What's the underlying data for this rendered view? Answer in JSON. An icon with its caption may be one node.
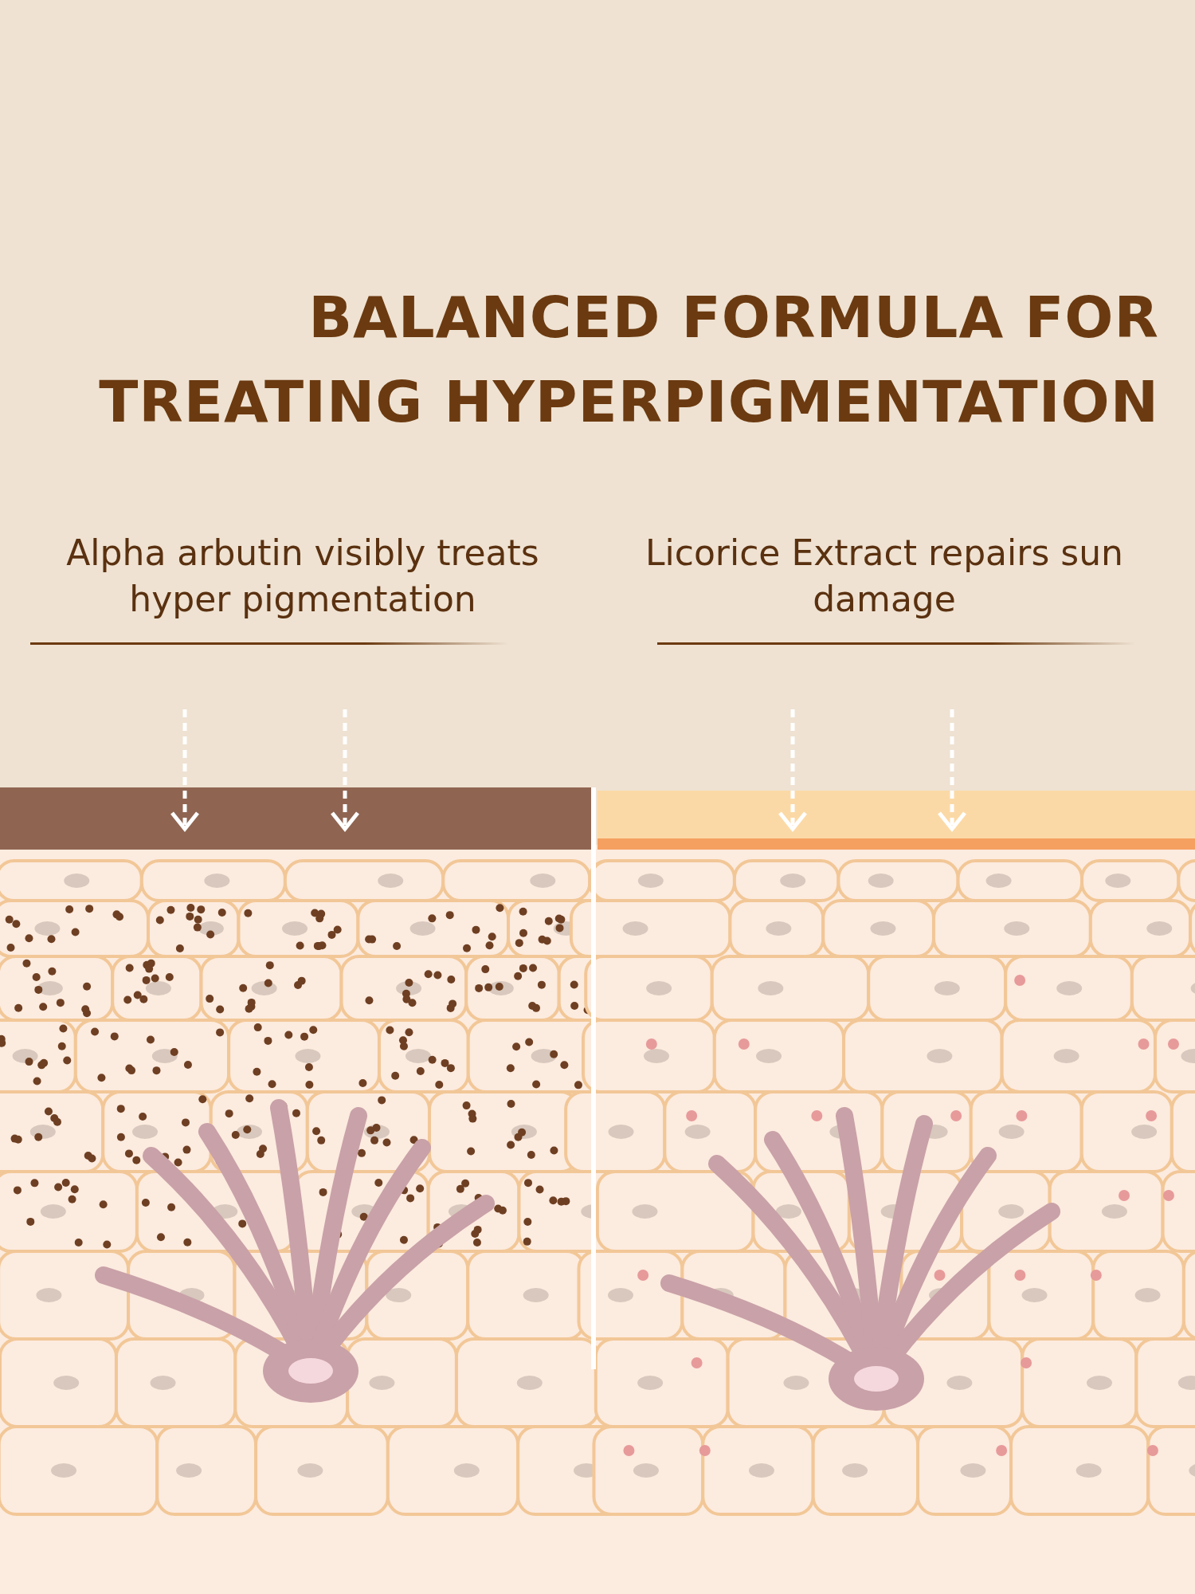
{
  "diagram": {
    "title": "BALANCED FORMULA FOR TREATING HYPERPIGMENTATION",
    "labels": [
      "Alpha arbutin visibly treats hyper pigmentation",
      "Licorice Extract repairs sun damage"
    ]
  }
}
